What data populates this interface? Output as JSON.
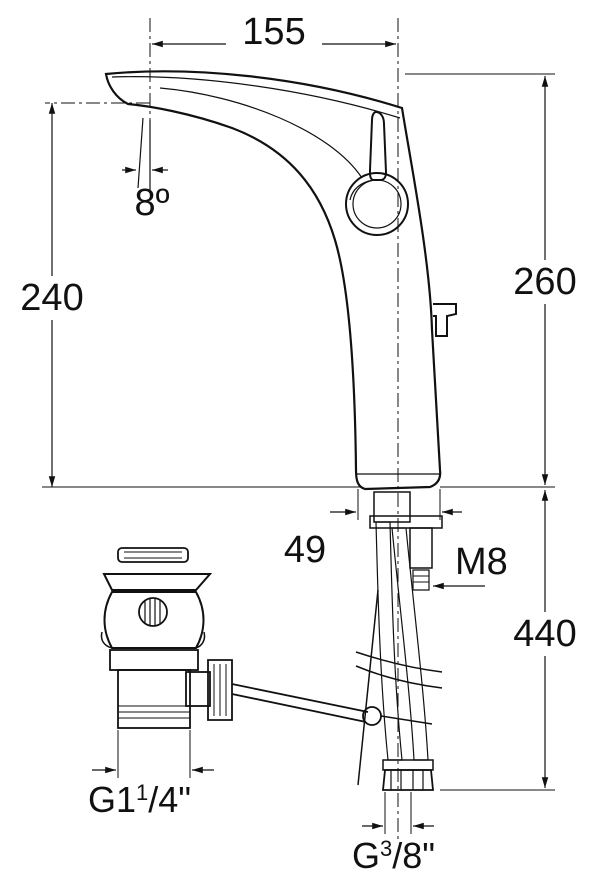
{
  "dimensions": {
    "spout_reach": "155",
    "spout_angle": "8º",
    "spout_height": "240",
    "overall_height": "260",
    "body_base": "49",
    "fixing_rod": "M8",
    "hose_length": "440",
    "waste_prefix": "G1",
    "waste_frac_num": "1",
    "waste_frac_den": "/4\"",
    "hose_prefix": "G",
    "hose_frac_num": "3",
    "hose_frac_den": "/8\""
  },
  "colors": {
    "line": "#111111",
    "background": "#ffffff"
  }
}
